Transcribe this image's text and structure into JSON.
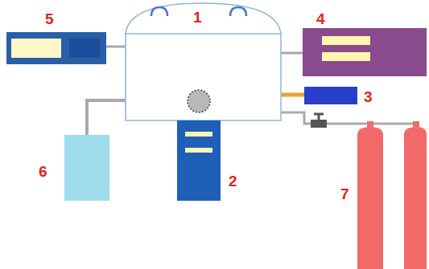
{
  "diagram": {
    "labels": [
      "1",
      "5",
      "4",
      "3",
      "2",
      "6",
      "7"
    ]
  }
}
